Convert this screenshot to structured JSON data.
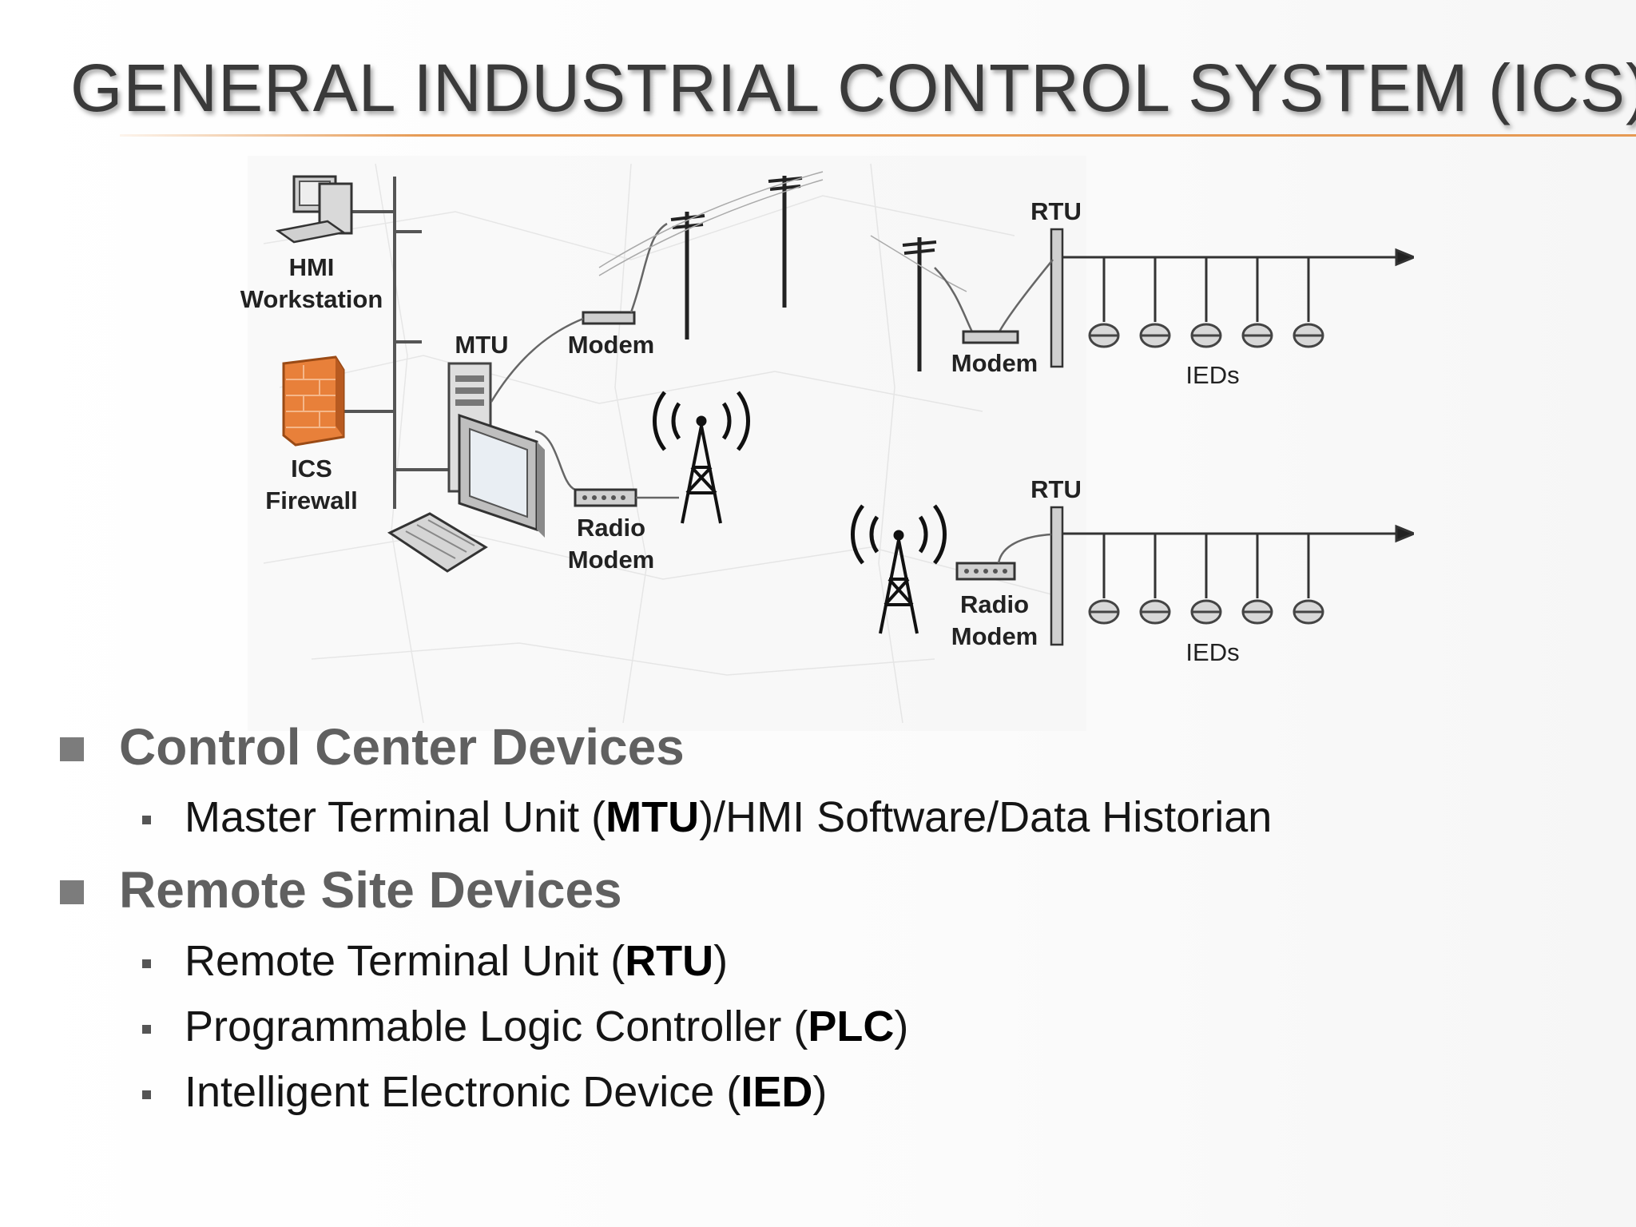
{
  "slide": {
    "title": "GENERAL INDUSTRIAL CONTROL SYSTEM (ICS)"
  },
  "diagram": {
    "labels": {
      "hmi": "HMI",
      "workstation": "Workstation",
      "mtu": "MTU",
      "modem_top": "Modem",
      "ics": "ICS",
      "firewall": "Firewall",
      "radio_top": "Radio",
      "radio_modem_top": "Modem",
      "rtu_top": "RTU",
      "modem_right": "Modem",
      "ieds_top": "IEDs",
      "rtu_bottom": "RTU",
      "radio_bottom": "Radio",
      "radio_modem_bottom": "Modem",
      "ieds_bottom": "IEDs"
    },
    "ied_count_per_rtu": 5
  },
  "bullets": {
    "control_center": {
      "heading": "Control Center Devices",
      "item1_pre": "Master Terminal Unit (",
      "item1_bold": "MTU",
      "item1_post": ")/HMI Software/Data Historian"
    },
    "remote_site": {
      "heading": "Remote Site Devices",
      "item1_pre": "Remote Terminal Unit (",
      "item1_bold": "RTU",
      "item1_post": ")",
      "item2_pre": "Programmable Logic Controller (",
      "item2_bold": "PLC",
      "item2_post": ")",
      "item3_pre": "Intelligent Electronic Device (",
      "item3_bold": "IED",
      "item3_post": ")"
    }
  },
  "colors": {
    "title": "#3a3a3a",
    "accent_rule": "#e69a54",
    "heading": "#606060",
    "firewall": "#e8803a"
  }
}
